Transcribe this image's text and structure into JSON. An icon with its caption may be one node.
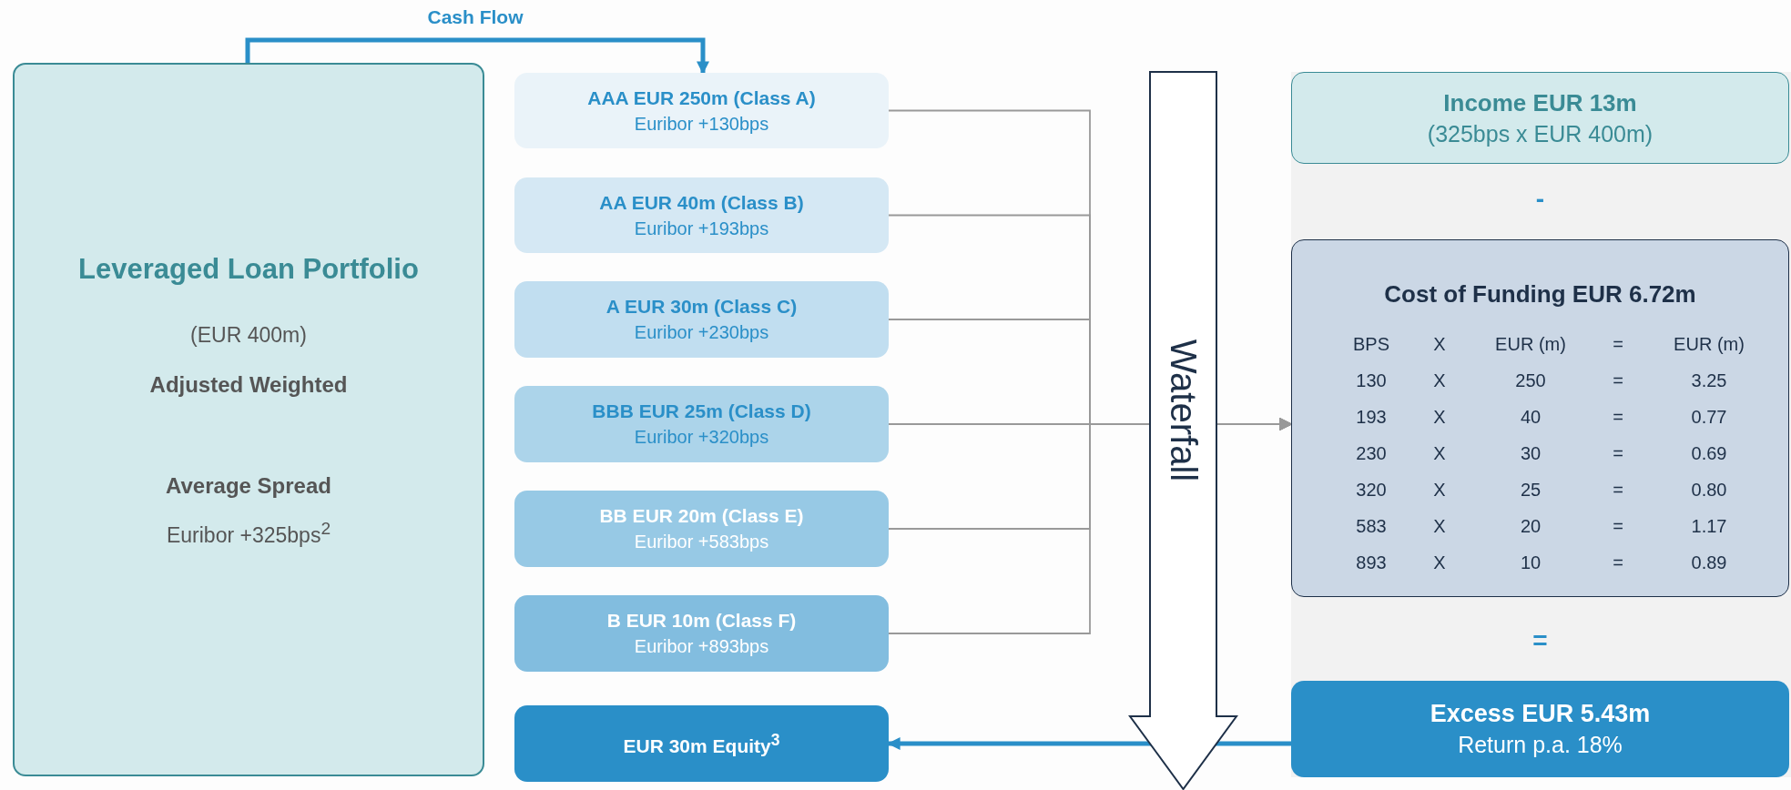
{
  "diagram": {
    "nodes": [
      {
        "text": [
          "Leveraged Loan Portfolio",
          "(EUR 400m)",
          "Adjusted Weighted",
          "Average Spread",
          "Euribor +325bps$^{2}$"
        ]
      },
      {
        "text": [
          "AAA EUR 250m (Class A)",
          "Euribor +130bps"
        ]
      },
      {
        "text": [
          "AA EUR 40m (Class B)",
          "Euribor +193bps"
        ]
      },
      {
        "text": [
          "A EUR 30m (Class C)",
          "Euribor +230bps"
        ]
      },
      {
        "text": [
          "BBB EUR 25m (Class D)",
          "Euribor +320bps"
        ]
      },
      {
        "text": [
          "BB EUR 20m (Class E)",
          "Euribor +583bps"
        ]
      },
      {
        "text": [
          "B EUR 10m (Class F)",
          "Euribor +893bps"
        ]
      },
      {
        "text": [
          "EUR 30m Equity$^{3}$"
        ]
      },
      {
        "text": [
          "Income EUR 13m",
          "(325bps x EUR 400m)"
        ]
      },
      {
        "text": [
          "Cost of Funding EUR 6.72m"
        ]
      },
      {
        "text": [
          "Excess EUR 5.43m",
          "Return p.a. 18%"
        ]
      }
    ],
    "edges": [
      {
        "from": 0,
        "to": 1,
        "arrow": "to",
        "label": "Cash Flow",
        "style": "thick",
        "color": "#2a8fc8"
      },
      {
        "from": 1,
        "to": 9,
        "arrow": "to"
      },
      {
        "from": 2,
        "to": 9,
        "arrow": "to"
      },
      {
        "from": 3,
        "to": 9,
        "arrow": "to"
      },
      {
        "from": 4,
        "to": 9,
        "arrow": "to"
      },
      {
        "from": 5,
        "to": 9,
        "arrow": "to"
      },
      {
        "from": 6,
        "to": 9,
        "arrow": "to"
      },
      {
        "from": 10,
        "to": 7,
        "arrow": "to",
        "style": "thick",
        "color": "#2a8fc8"
      }
    ],
    "labels": [
      "Waterfall",
      "-",
      "BPS",
      "X",
      "EUR (m)",
      "=",
      "EUR (m)",
      "130",
      "X",
      "250",
      "=",
      "3.25",
      "193",
      "X",
      "40",
      "=",
      "0.77",
      "230",
      "X",
      "30",
      "=",
      "0.69",
      "320",
      "X",
      "25",
      "=",
      "0.80",
      "583",
      "X",
      "20",
      "=",
      "1.17",
      "893",
      "X",
      "10",
      "=",
      "0.89",
      "="
    ]
  }
}
